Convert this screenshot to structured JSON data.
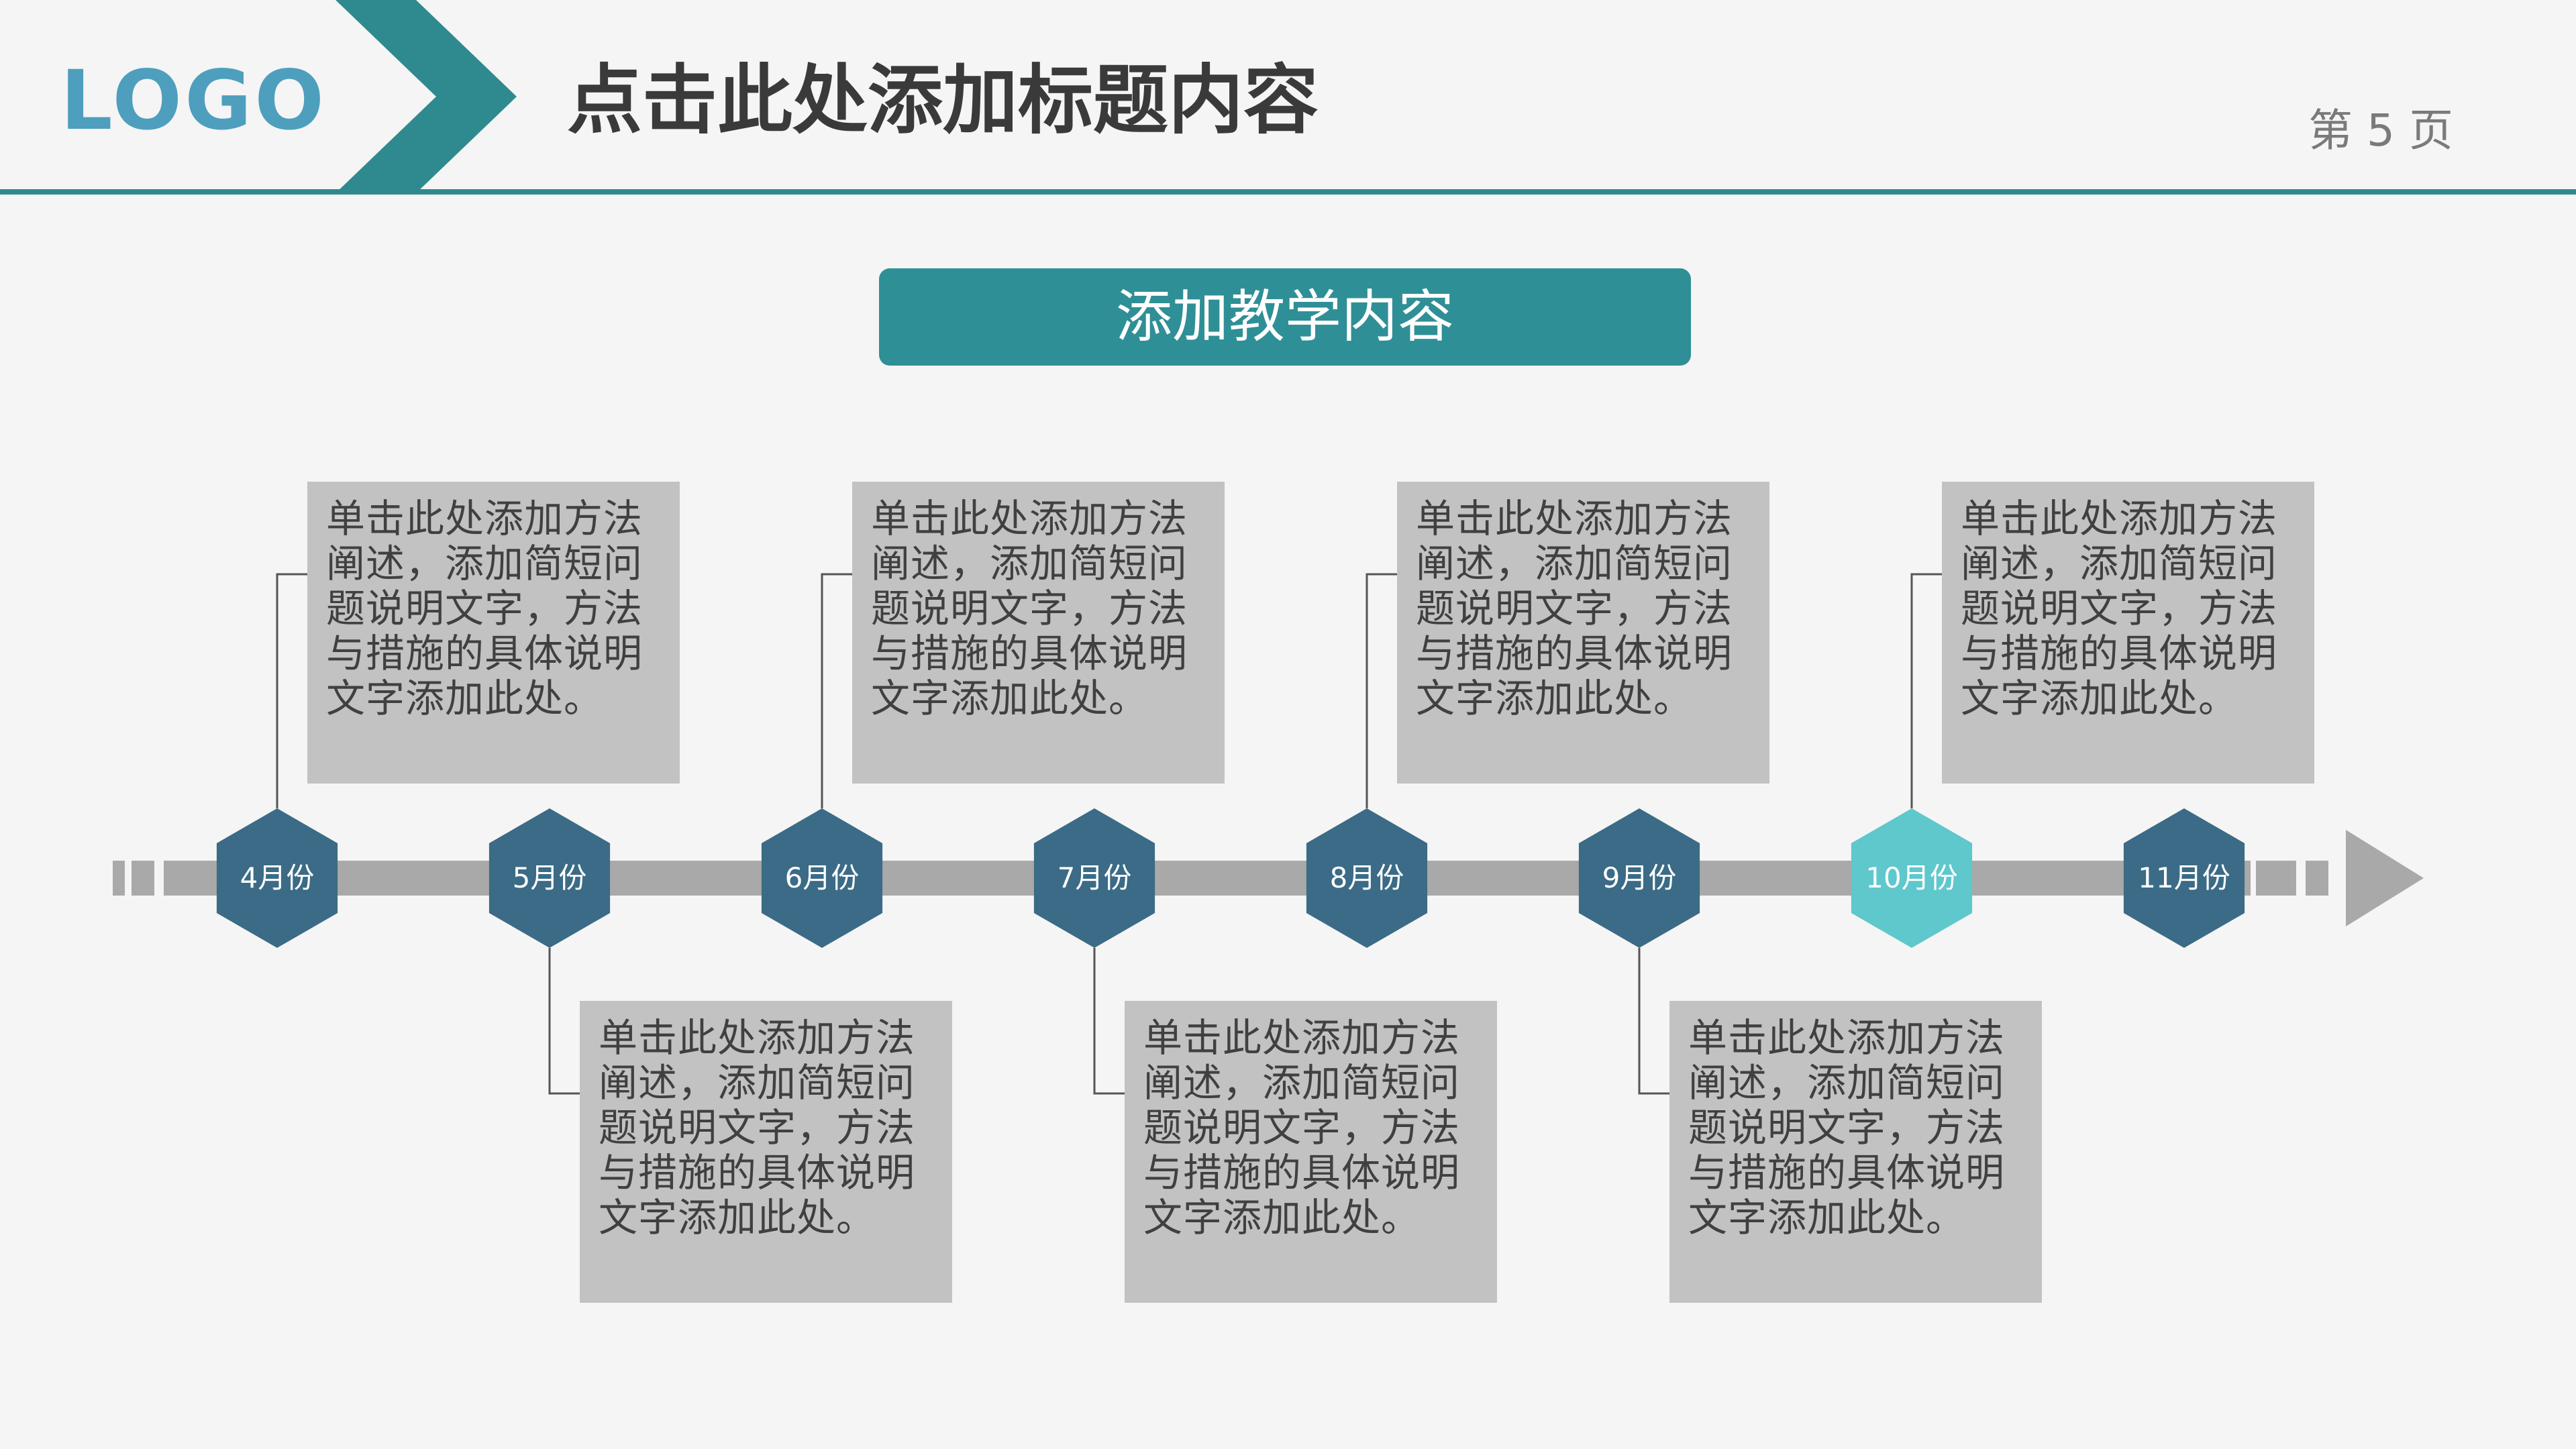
{
  "header": {
    "logo": "LOGO",
    "title": "点击此处添加标题内容",
    "page_number": "第 5 页"
  },
  "banner": {
    "text": "添加教学内容"
  },
  "colors": {
    "teal": "#2f8f96",
    "hex_dark": "#3b6b86",
    "hex_highlight": "#5ec8cc",
    "track_gray": "#a9a9a9",
    "box_gray": "#c2c2c2"
  },
  "timeline": {
    "milestones": [
      {
        "month": "4月份",
        "position": "top",
        "highlight": false,
        "text": "单击此处添加方法阐述，添加简短问题说明文字，方法与措施的具体说明文字添加此处。"
      },
      {
        "month": "5月份",
        "position": "bottom",
        "highlight": false,
        "text": "单击此处添加方法阐述，添加简短问题说明文字，方法与措施的具体说明文字添加此处。"
      },
      {
        "month": "6月份",
        "position": "top",
        "highlight": false,
        "text": "单击此处添加方法阐述，添加简短问题说明文字，方法与措施的具体说明文字添加此处。"
      },
      {
        "month": "7月份",
        "position": "bottom",
        "highlight": false,
        "text": "单击此处添加方法阐述，添加简短问题说明文字，方法与措施的具体说明文字添加此处。"
      },
      {
        "month": "8月份",
        "position": "top",
        "highlight": false,
        "text": "单击此处添加方法阐述，添加简短问题说明文字，方法与措施的具体说明文字添加此处。"
      },
      {
        "month": "9月份",
        "position": "bottom",
        "highlight": false,
        "text": "单击此处添加方法阐述，添加简短问题说明文字，方法与措施的具体说明文字添加此处。"
      },
      {
        "month": "10月份",
        "position": "top",
        "highlight": true,
        "text": "单击此处添加方法阐述，添加简短问题说明文字，方法与措施的具体说明文字添加此处。"
      },
      {
        "month": "11月份",
        "position": "none",
        "highlight": false,
        "text": ""
      }
    ]
  }
}
